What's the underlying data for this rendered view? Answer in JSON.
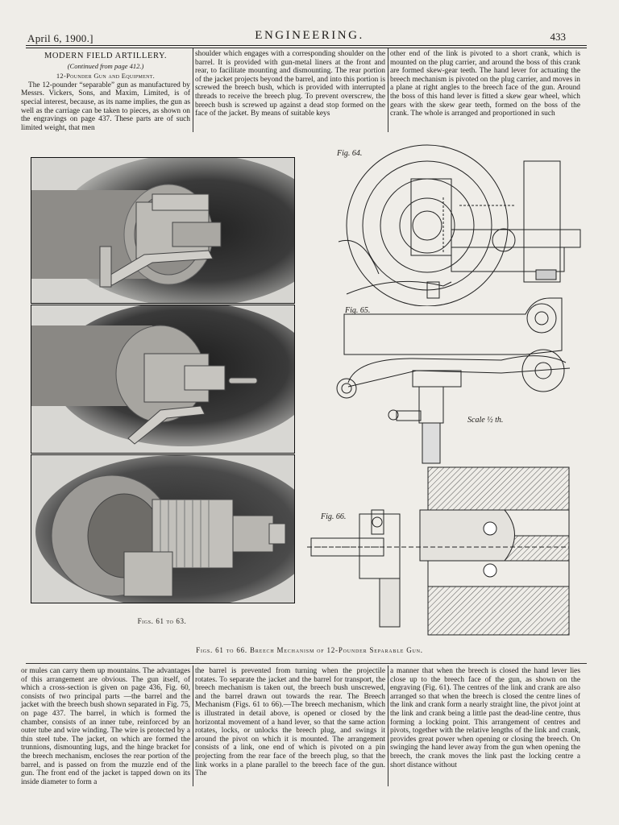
{
  "header": {
    "date": "April 6, 1900.]",
    "journal": "ENGINEERING.",
    "page_number": "433"
  },
  "article": {
    "title": "MODERN FIELD ARTILLERY.",
    "continued": "(Continued from page 412.)",
    "subtitle": "12-Pounder Gun and Equipment."
  },
  "top_columns": [
    "The 12-pounder “separable” gun as manufactured by Messrs. Vickers, Sons, and Maxim, Limited, is of special interest, because, as its name implies, the gun as well as the carriage can be taken to pieces, as shown on the engravings on page 437. These parts are of such limited weight, that men",
    "shoulder which engages with a corresponding shoulder on the barrel. It is provided with gun-metal liners at the front and rear, to facilitate mounting and dismounting. The rear portion of the jacket projects beyond the barrel, and into this portion is screwed the breech bush, which is provided with interrupted threads to receive the breech plug. To prevent overscrew, the breech bush is screwed up against a dead stop formed on the face of the jacket. By means of suitable keys",
    "other end of the link is pivoted to a short crank, which is mounted on the plug carrier, and around the boss of this crank are formed skew-gear teeth. The hand lever for actuating the breech mechanism is pivoted on the plug carrier, and moves in a plane at right angles to the breech face of the gun. Around the boss of this hand lever is fitted a skew gear wheel, which gears with the skew gear teeth, formed on the boss of the crank. The whole is arranged and proportioned in such"
  ],
  "figures": {
    "fig64": "Fig. 64.",
    "fig65": "Fig. 65.",
    "fig66": "Fig. 66.",
    "scale": "Scale ½ th.",
    "photos_caption": "Figs. 61 to 63.",
    "main_caption": "Figs. 61 to 66. Breech Mechanism of 12-Pounder Separable Gun."
  },
  "bottom_columns": [
    "or mules can carry them up mountains. The advantages of this arrangement are obvious. The gun itself, of which a cross-section is given on page 436, Fig. 60, consists of two principal parts —the barrel and the jacket with the breech bush shown separated in Fig. 75, on page 437. The barrel, in which is formed the chamber, consists of an inner tube, reinforced by an outer tube and wire winding. The wire is protected by a thin steel tube. The jacket, on which are formed the trunnions, dismounting lugs, and the hinge bracket for the breech mechanism, encloses the rear portion of the barrel, and is passed on from the muzzle end of the gun. The front end of the jacket is tapped down on its inside diameter to form a",
    "the barrel is prevented from turning when the projectile rotates. To separate the jacket and the barrel for transport, the breech mechanism is taken out, the breech bush unscrewed, and the barrel drawn out towards the rear. The Breech Mechanism (Figs. 61 to 66).—The breech mechanism, which is illustrated in detail above, is opened or closed by the horizontal movement of a hand lever, so that the same action rotates, locks, or unlocks the breech plug, and swings it around the pivot on which it is mounted. The arrangement consists of a link, one end of which is pivoted on a pin projecting from the rear face of the breech plug, so that the link works in a plane parallel to the breech face of the gun. The",
    "a manner that when the breech is closed the hand lever lies close up to the breech face of the gun, as shown on the engraving (Fig. 61). The centres of the link and crank are also arranged so that when the breech is closed the centre lines of the link and crank form a nearly straight line, the pivot joint at the link and crank being a little past the dead-line centre, thus forming a locking point. This arrangement of centres and pivots, together with the relative lengths of the link and crank, provides great power when opening or closing the breech. On swinging the hand lever away from the gun when opening the breech, the crank moves the link past the locking centre a short distance without"
  ]
}
